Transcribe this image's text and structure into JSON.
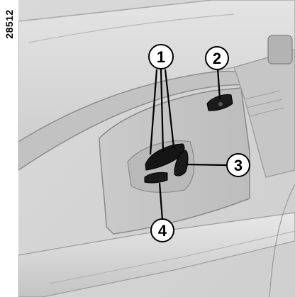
{
  "figure": {
    "reference_code": "28512",
    "callouts": [
      "1",
      "2",
      "3",
      "4"
    ]
  }
}
